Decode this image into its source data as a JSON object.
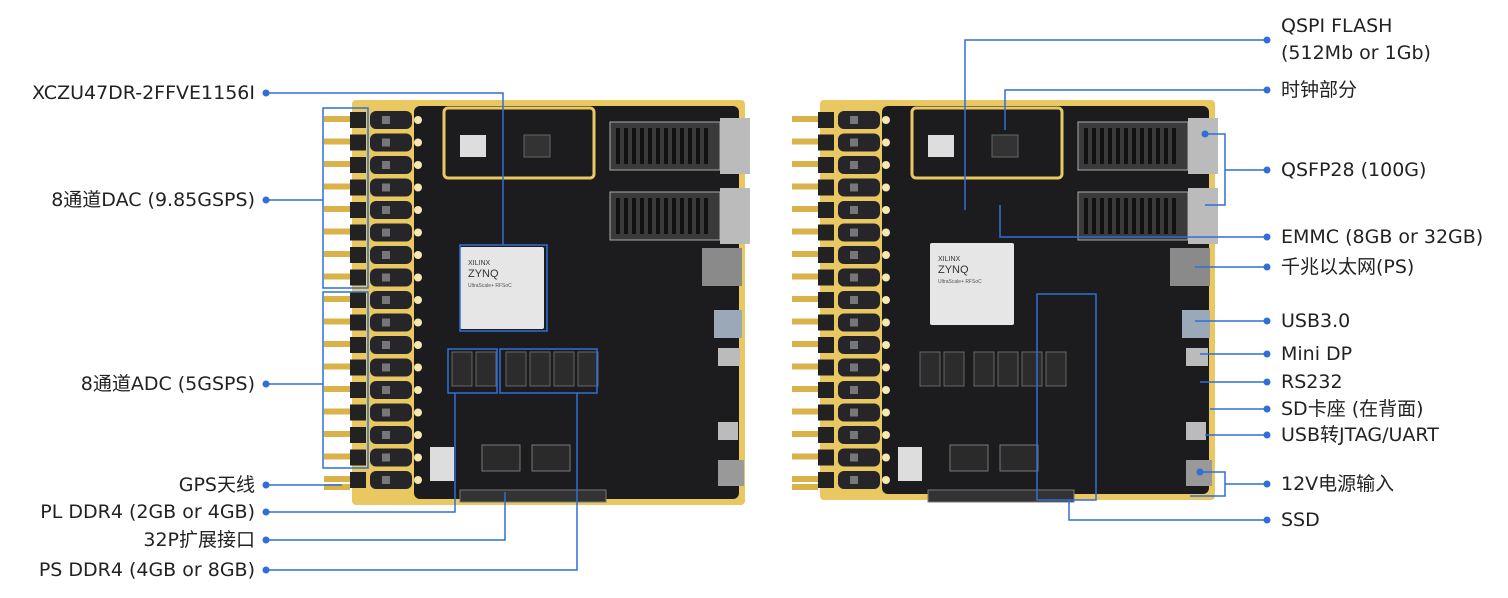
{
  "colors": {
    "leader": "#2f6fd6",
    "pcb": "#1c1c1f",
    "gold": "#e9c862",
    "text": "#222222"
  },
  "chip_logo": {
    "brand": "XILINX",
    "family": "ZYNQ",
    "sub": "UltraScale+ RFSoC"
  },
  "left_labels": [
    {
      "id": "fpga",
      "text": "XCZU47DR-2FFVE1156I"
    },
    {
      "id": "dac",
      "text": "8通道DAC (9.85GSPS)"
    },
    {
      "id": "adc",
      "text": "8通道ADC (5GSPS)"
    },
    {
      "id": "gps",
      "text": "GPS天线"
    },
    {
      "id": "pl_ddr",
      "text": "PL DDR4 (2GB or 4GB)"
    },
    {
      "id": "ext32p",
      "text": "32P扩展接口"
    },
    {
      "id": "ps_ddr",
      "text": "PS DDR4 (4GB or 8GB)"
    }
  ],
  "right_labels": [
    {
      "id": "qspi",
      "text": "QSPI FLASH",
      "text2": "(512Mb or 1Gb)"
    },
    {
      "id": "clock",
      "text": "时钟部分"
    },
    {
      "id": "qsfp",
      "text": "QSFP28 (100G)"
    },
    {
      "id": "emmc",
      "text": "EMMC (8GB or 32GB)"
    },
    {
      "id": "eth",
      "text": "千兆以太网(PS)"
    },
    {
      "id": "usb3",
      "text": "USB3.0"
    },
    {
      "id": "minidp",
      "text": "Mini DP"
    },
    {
      "id": "rs232",
      "text": "RS232"
    },
    {
      "id": "sd",
      "text": "SD卡座 (在背面)"
    },
    {
      "id": "jtag",
      "text": "USB转JTAG/UART"
    },
    {
      "id": "power",
      "text": "12V电源输入"
    },
    {
      "id": "ssd",
      "text": "SSD"
    }
  ]
}
